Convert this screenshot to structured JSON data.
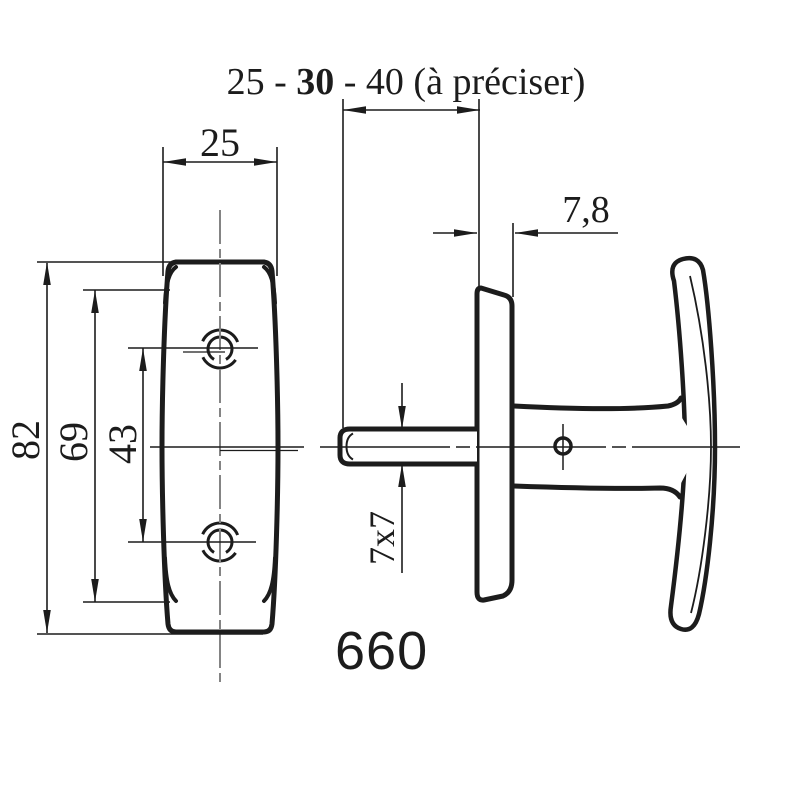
{
  "drawing": {
    "top_dimension": {
      "prefix": "25 - ",
      "bold_value": "30",
      "suffix": " - 40 (à préciser)"
    },
    "front_view": {
      "plate_width": "25",
      "overall_height": "82",
      "face_height": "69",
      "hole_spacing": "43"
    },
    "side_view": {
      "plate_thickness": "7,8",
      "spindle_section": "7x7"
    },
    "model_number": "660"
  },
  "colors": {
    "line": "#1c1c1c",
    "centerline": "#848484",
    "model_text": "#343438",
    "background": "#ffffff"
  }
}
